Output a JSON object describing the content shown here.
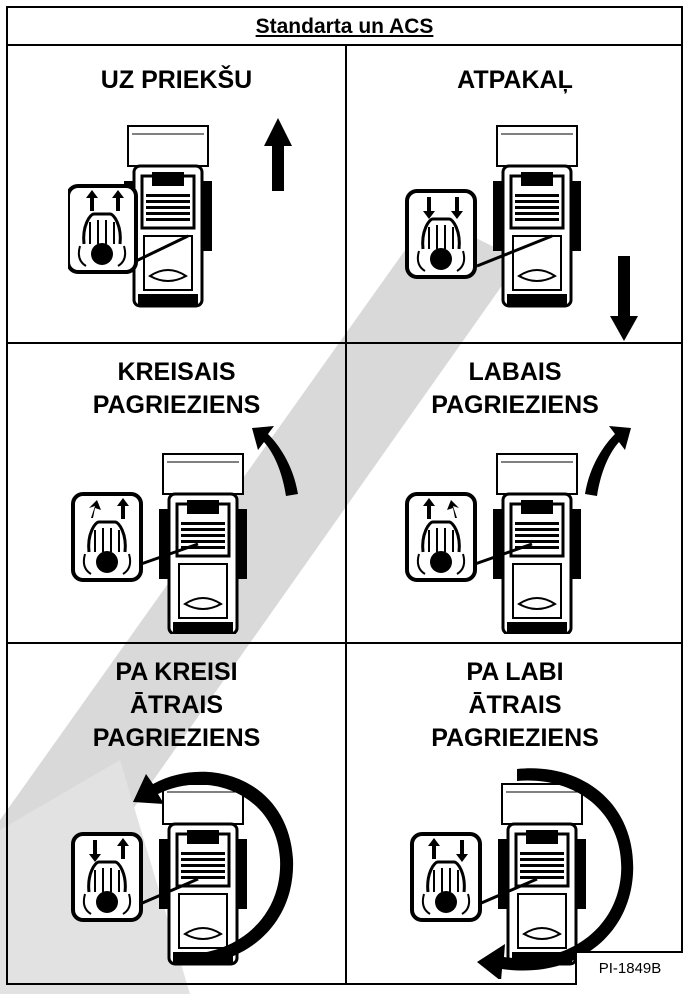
{
  "header": {
    "title": "Standarta un ACS"
  },
  "panels": [
    {
      "id": "forward",
      "lines": [
        "UZ PRIEKŠU"
      ],
      "arrow": "up-arrow"
    },
    {
      "id": "reverse",
      "lines": [
        "ATPAKAĻ"
      ],
      "arrow": "down-arrow"
    },
    {
      "id": "left-turn",
      "lines": [
        "KREISAIS",
        "PAGRIEZIENS"
      ],
      "arrow": "curved-left-arrow"
    },
    {
      "id": "right-turn",
      "lines": [
        "LABAIS",
        "PAGRIEZIENS"
      ],
      "arrow": "curved-right-arrow"
    },
    {
      "id": "fast-left",
      "lines": [
        "PA KREISI",
        "ĀTRAIS",
        "PAGRIEZIENS"
      ],
      "arrow": "circular-left-arrow"
    },
    {
      "id": "fast-right",
      "lines": [
        "PA LABI",
        "ĀTRAIS",
        "PAGRIEZIENS"
      ],
      "arrow": "circular-right-arrow"
    }
  ],
  "figure_code": "PI-1849B",
  "watermark_color": "#d6d6d6"
}
